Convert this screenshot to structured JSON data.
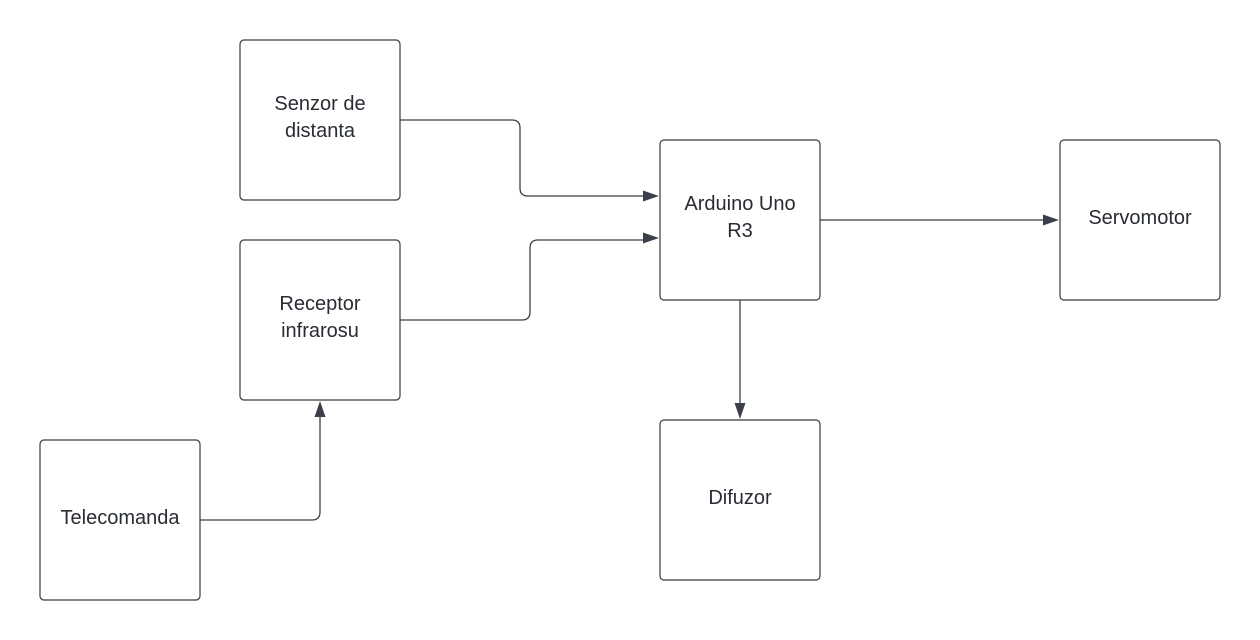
{
  "diagram": {
    "nodes": {
      "senzor": {
        "lines": [
          "Senzor de",
          "distanta"
        ]
      },
      "receptor": {
        "lines": [
          "Receptor",
          "infrarosu"
        ]
      },
      "telecomanda": {
        "lines": [
          "Telecomanda"
        ]
      },
      "arduino": {
        "lines": [
          "Arduino Uno",
          "R3"
        ]
      },
      "servomotor": {
        "lines": [
          "Servomotor"
        ]
      },
      "difuzor": {
        "lines": [
          "Difuzor"
        ]
      }
    },
    "edges": [
      {
        "from": "senzor",
        "to": "arduino"
      },
      {
        "from": "receptor",
        "to": "arduino"
      },
      {
        "from": "telecomanda",
        "to": "receptor"
      },
      {
        "from": "arduino",
        "to": "servomotor"
      },
      {
        "from": "arduino",
        "to": "difuzor"
      }
    ],
    "colors": {
      "border": "#3a3a3a",
      "edge": "#3a3f4a",
      "text": "#282c33"
    }
  }
}
